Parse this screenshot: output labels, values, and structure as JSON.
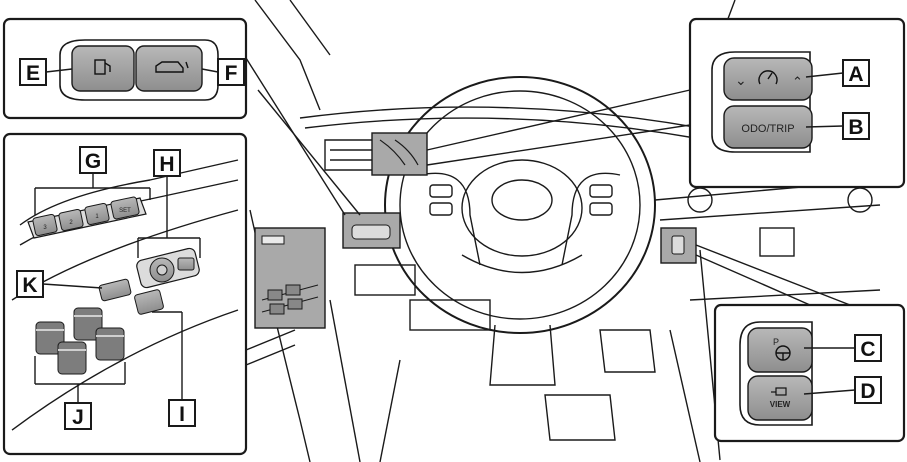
{
  "callouts": {
    "a": "A",
    "b": "B",
    "c": "C",
    "d": "D",
    "e": "E",
    "f": "F",
    "g": "G",
    "h": "H",
    "i": "I",
    "j": "J",
    "k": "K"
  },
  "buttons": {
    "odo_trip": "ODO/TRIP",
    "view": "VIEW",
    "parking_p": "P",
    "memory_set": "SET",
    "memory_1": "1",
    "memory_2": "2",
    "memory_3": "3"
  },
  "colors": {
    "line": "#1a1a1a",
    "panel_gray": "#a9a9a9",
    "button_gray": "#9a9a9a",
    "button_dark": "#7d7d7d"
  }
}
